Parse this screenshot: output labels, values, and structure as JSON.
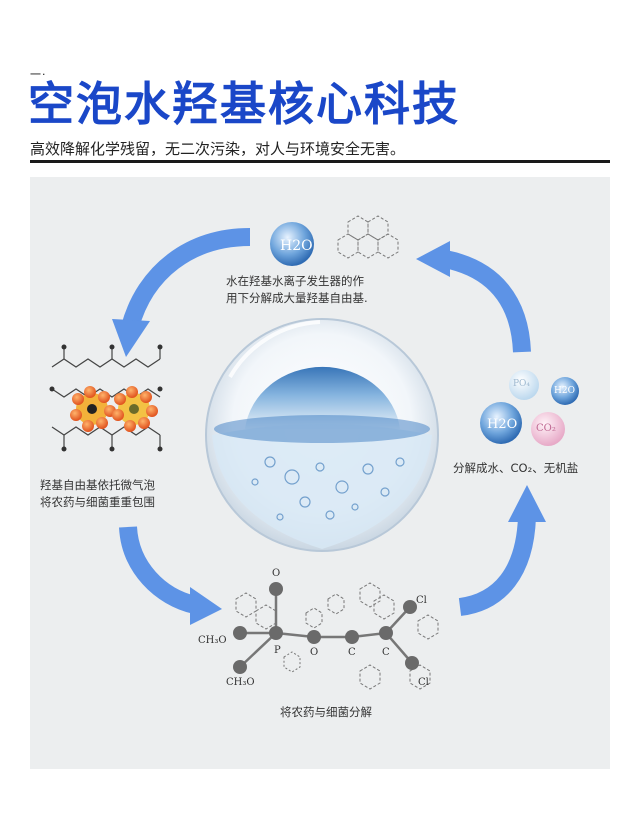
{
  "header": {
    "dash": "一·",
    "title": "空泡水羟基核心科技",
    "subtitle": "高效降解化学残留，无二次污染，对人与环境安全无害。"
  },
  "diagram": {
    "step_top_line1": "水在羟基水离子发生器的作",
    "step_top_line2": "用下分解成大量羟基自由基.",
    "step_left_line1": "羟基自由基依托微气泡",
    "step_left_line2": "将农药与细菌重重包围",
    "step_bottom": "将农药与细菌分解",
    "step_right": "分解成水、CO₂、无机盐",
    "bubble_h2o_top": "H2O",
    "bubble_h2o_big": "H2O",
    "bubble_h2o_small": "H2O",
    "bubble_po4": "PO₄",
    "bubble_co2": "CO₂",
    "mol_o": "O",
    "mol_ch3o_1": "CH₃O",
    "mol_ch3o_2": "CH₃O",
    "mol_p": "P",
    "mol_o2": "O",
    "mol_c1": "C",
    "mol_c2": "C",
    "mol_cl1": "Cl",
    "mol_cl2": "Cl"
  },
  "colors": {
    "title_blue": "#1a47c8",
    "arrow_blue": "#5d93e6",
    "panel_bg": "#eceeef"
  }
}
